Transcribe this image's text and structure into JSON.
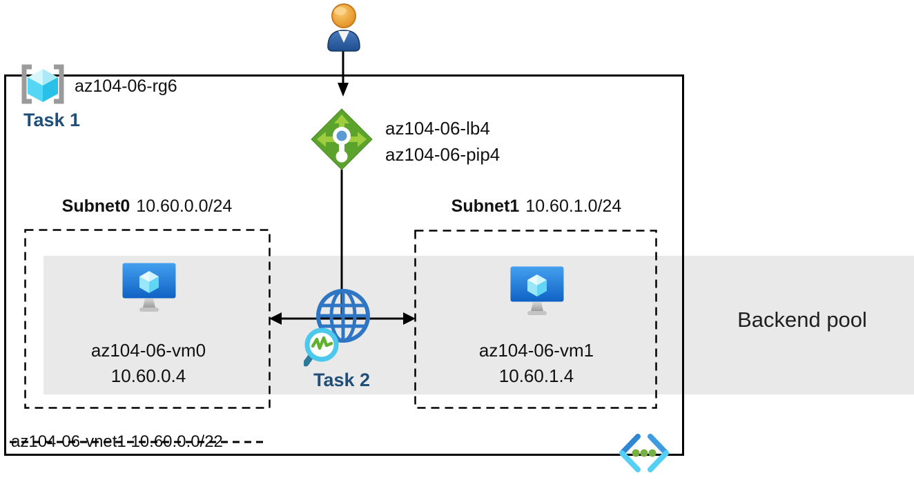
{
  "resource_group": {
    "name": "az104-06-rg6",
    "task": "Task 1"
  },
  "load_balancer": {
    "name": "az104-06-lb4",
    "public_ip": "az104-06-pip4"
  },
  "subnets": [
    {
      "name": "Subnet0",
      "cidr": "10.60.0.0/24",
      "vm_name": "az104-06-vm0",
      "vm_ip": "10.60.0.4"
    },
    {
      "name": "Subnet1",
      "cidr": "10.60.1.0/24",
      "vm_name": "az104-06-vm1",
      "vm_ip": "10.60.1.4"
    }
  ],
  "network_watcher": {
    "task": "Task 2"
  },
  "vnet": {
    "label": "az104-06-vnet1 10.60.0.0/22"
  },
  "backend_pool": {
    "label": "Backend pool"
  },
  "icons": [
    "user-icon",
    "resource-group-icon",
    "load-balancer-icon",
    "virtual-machine-icon",
    "network-watcher-globe-icon",
    "code-brackets-icon"
  ],
  "colors": {
    "task_text": "#1F4E79",
    "backend_pool_band": "#E9E9E9",
    "load_balancer_green": "#5BA32C",
    "globe_blue": "#2E76C4",
    "cube_cyan": "#29C1E8",
    "connector_black": "#000000"
  }
}
